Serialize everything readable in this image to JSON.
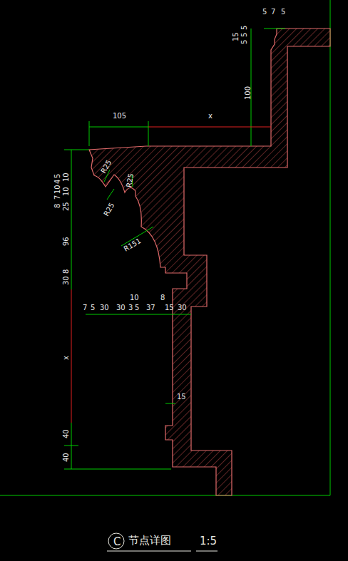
{
  "diagram": {
    "caption": "节点详图",
    "labels": [
      "5",
      "7",
      "5",
      "15",
      "5",
      "5",
      "5",
      "100",
      "105",
      "x",
      "7",
      "10",
      "4",
      "5",
      "10",
      "10",
      "8",
      "25",
      "96",
      "8",
      "30",
      "x",
      "40",
      "40",
      "R25",
      "R25",
      "R25",
      "R151",
      "7",
      "5",
      "30",
      "30",
      "3",
      "5",
      "37",
      "15",
      "30",
      "10",
      "8",
      "15",
      "C",
      "1:5"
    ]
  }
}
